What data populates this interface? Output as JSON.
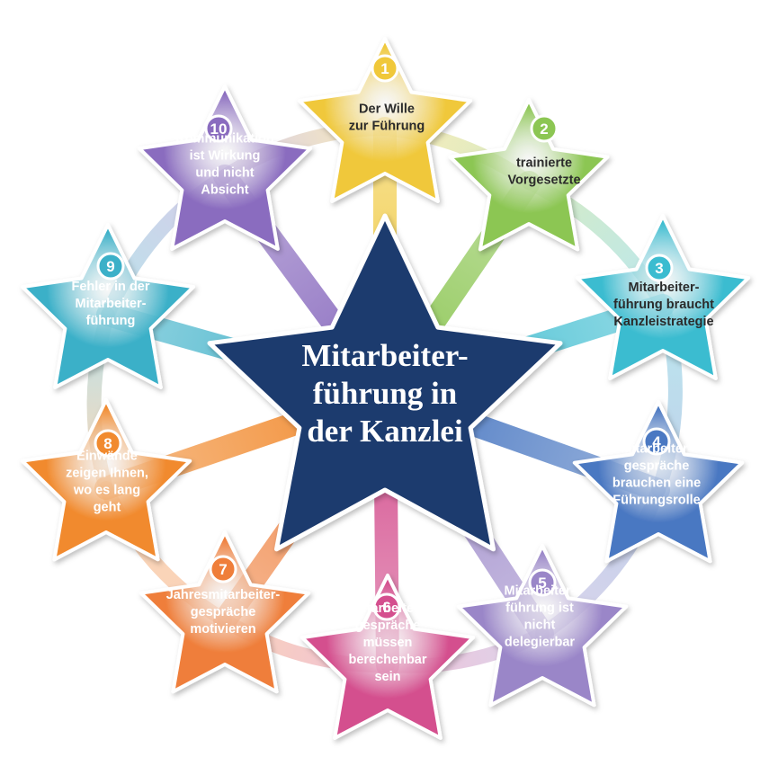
{
  "center": {
    "lines": [
      "Mitarbeiter-",
      "führung in",
      "der Kanzlei"
    ],
    "color": "#1f3a6e"
  },
  "stars": [
    {
      "number": "1",
      "lines": [
        "Der Wille",
        "zur Führung"
      ],
      "color": "#f0c83a",
      "dark_text": true
    },
    {
      "number": "2",
      "lines": [
        "trainierte",
        "Vorgesetzte"
      ],
      "color": "#8cc653",
      "dark_text": true
    },
    {
      "number": "3",
      "lines": [
        "Mitarbeiter-",
        "führung braucht",
        "Kanzleistrategie"
      ],
      "color": "#3bbcd0",
      "dark_text": true
    },
    {
      "number": "4",
      "lines": [
        "Mitarbeiter-",
        "gespräche",
        "brauchen eine",
        "Führungsrolle"
      ],
      "color": "#4a78c2",
      "dark_text": false
    },
    {
      "number": "5",
      "lines": [
        "Mitarbeiter-",
        "führung ist",
        "nicht",
        "delegierbar"
      ],
      "color": "#9a86c8",
      "dark_text": false
    },
    {
      "number": "6",
      "lines": [
        "Mitarbeiter-",
        "gespräche",
        "müssen",
        "berechenbar",
        "sein"
      ],
      "color": "#d44f8e",
      "dark_text": false
    },
    {
      "number": "7",
      "lines": [
        "Jahresmitarbeiter-",
        "gespräche",
        "motivieren"
      ],
      "color": "#ef7e3a",
      "dark_text": false
    },
    {
      "number": "8",
      "lines": [
        "Einwände",
        "zeigen Ihnen,",
        "wo es lang",
        "geht"
      ],
      "color": "#f18a2e",
      "dark_text": false
    },
    {
      "number": "9",
      "lines": [
        "Fehler in der",
        "Mitarbeiter-",
        "führung"
      ],
      "color": "#3bb0c8",
      "dark_text": false
    },
    {
      "number": "10",
      "lines": [
        "Kommunikation",
        "ist Wirkung",
        "und nicht",
        "Absicht"
      ],
      "color": "#8a6cbf",
      "dark_text": false
    }
  ]
}
